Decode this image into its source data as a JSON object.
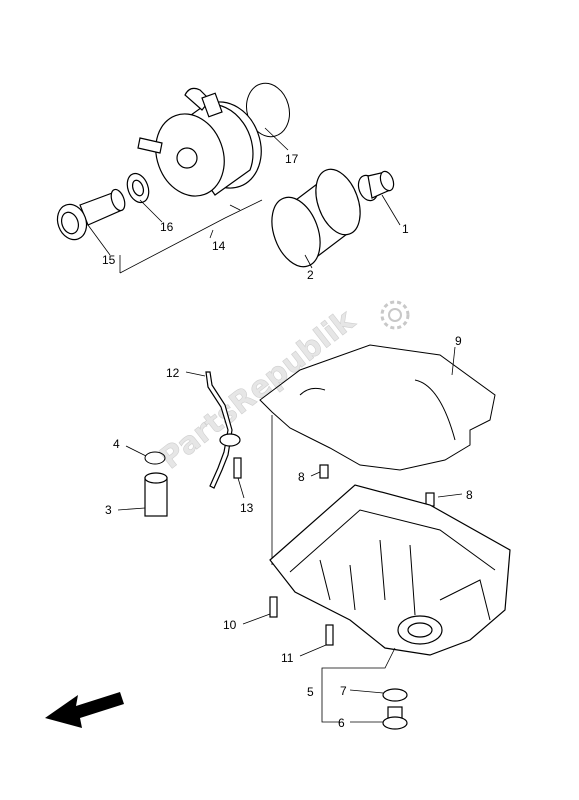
{
  "watermark": {
    "text": "PartsRepublik",
    "logo_icon": "gear-icon"
  },
  "callouts": {
    "c1": "1",
    "c2": "2",
    "c3": "3",
    "c4": "4",
    "c5": "5",
    "c6": "6",
    "c7": "7",
    "c8a": "8",
    "c8b": "8",
    "c9": "9",
    "c10": "10",
    "c11": "11",
    "c12": "12",
    "c13": "13",
    "c14": "14",
    "c15": "15",
    "c16": "16",
    "c17": "17"
  },
  "direction_indicator": {
    "icon": "arrow-front-icon"
  }
}
